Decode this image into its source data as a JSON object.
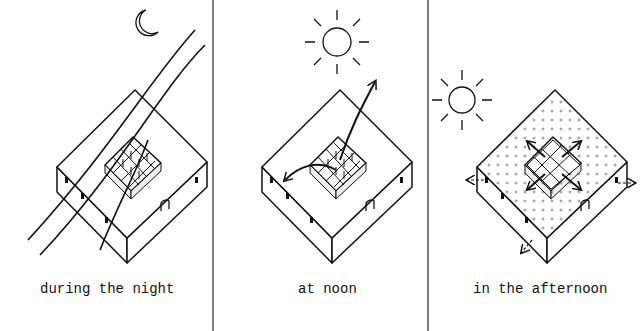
{
  "diagram": {
    "labels": [
      "during the night",
      "at noon",
      "in the afternoon"
    ]
  }
}
